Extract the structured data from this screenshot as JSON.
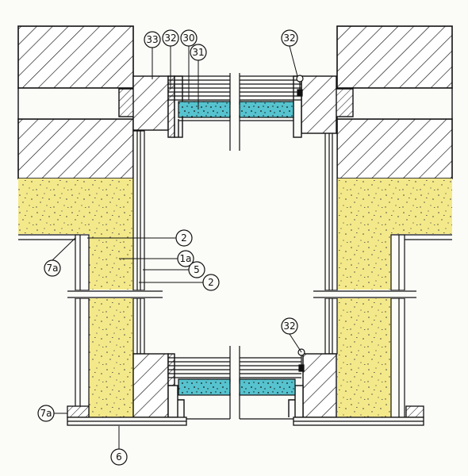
{
  "colors": {
    "paper": "#fbfbf8",
    "ink": "#111111",
    "insulation": "#f4e98a",
    "glass_fill": "#56c3cf",
    "hatch_fill": "#ffffff"
  },
  "labels": {
    "l33": "33",
    "l32_top_left": "32",
    "l30": "30",
    "l31": "31",
    "l32_top_right": "32",
    "l2_upper": "2",
    "l1a": "1a",
    "l5": "5",
    "l2_lower": "2",
    "l7a_upper": "7a",
    "l32_lower": "32",
    "l7a_lower": "7a",
    "l6": "6"
  }
}
